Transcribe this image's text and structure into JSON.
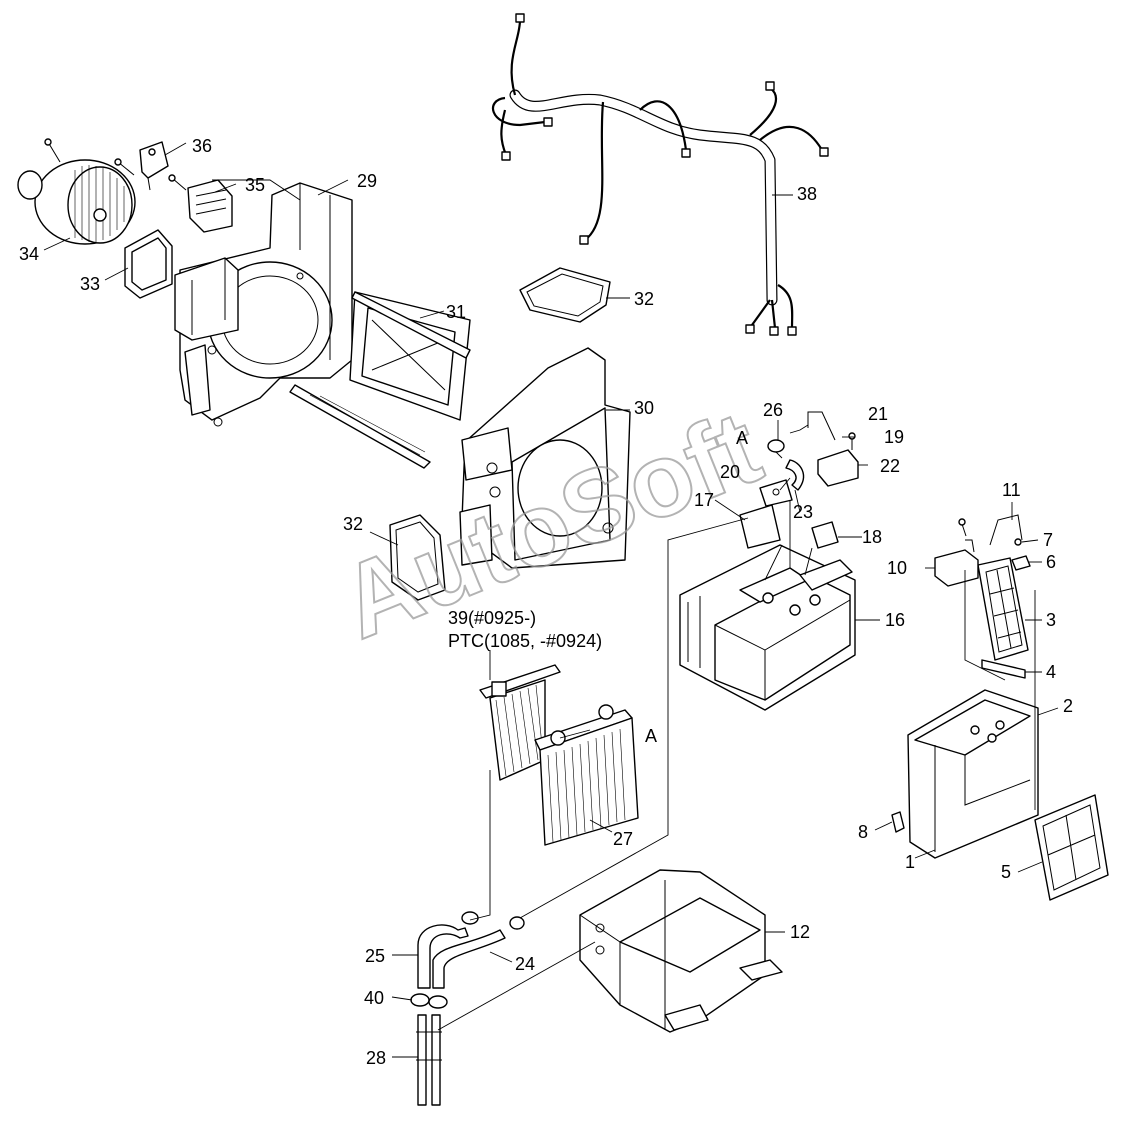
{
  "watermark": "AutoSoft",
  "labels": {
    "l1": "1",
    "l2": "2",
    "l3": "3",
    "l4": "4",
    "l5": "5",
    "l6": "6",
    "l7": "7",
    "l8": "8",
    "l10": "10",
    "l11": "11",
    "l12": "12",
    "l16": "16",
    "l17": "17",
    "l18": "18",
    "l19": "19",
    "l20": "20",
    "l21": "21",
    "l22": "22",
    "l23": "23",
    "l24": "24",
    "l25": "25",
    "l26": "26",
    "l27": "27",
    "l28": "28",
    "l29": "29",
    "l30": "30",
    "l31": "31",
    "l32a": "32",
    "l32b": "32",
    "l33": "33",
    "l34": "34",
    "l35": "35",
    "l36": "36",
    "l38": "38",
    "l40": "40",
    "l39": "39(#0925-)",
    "lptc": "PTC(1085, -#0924)",
    "la1": "A",
    "la2": "A"
  }
}
